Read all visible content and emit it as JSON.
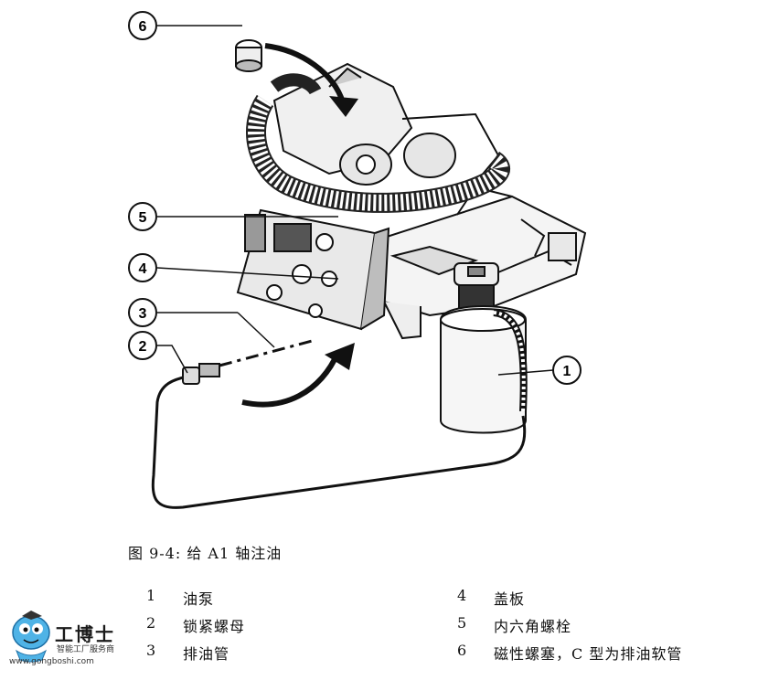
{
  "figure": {
    "callouts": [
      "1",
      "2",
      "3",
      "4",
      "5",
      "6"
    ]
  },
  "caption": "图  9-4: 给 A1 轴注油",
  "legend": {
    "left": [
      {
        "num": "1",
        "label": "油泵"
      },
      {
        "num": "2",
        "label": "锁紧螺母"
      },
      {
        "num": "3",
        "label": "排油管"
      }
    ],
    "right": [
      {
        "num": "4",
        "label": "盖板"
      },
      {
        "num": "5",
        "label": "内六角螺栓"
      },
      {
        "num": "6",
        "label": "磁性螺塞，C 型为排油软管"
      }
    ]
  },
  "watermark": {
    "brand": "工博士",
    "tagline": "智能工厂服务商",
    "url": "www.gongboshi.com"
  }
}
